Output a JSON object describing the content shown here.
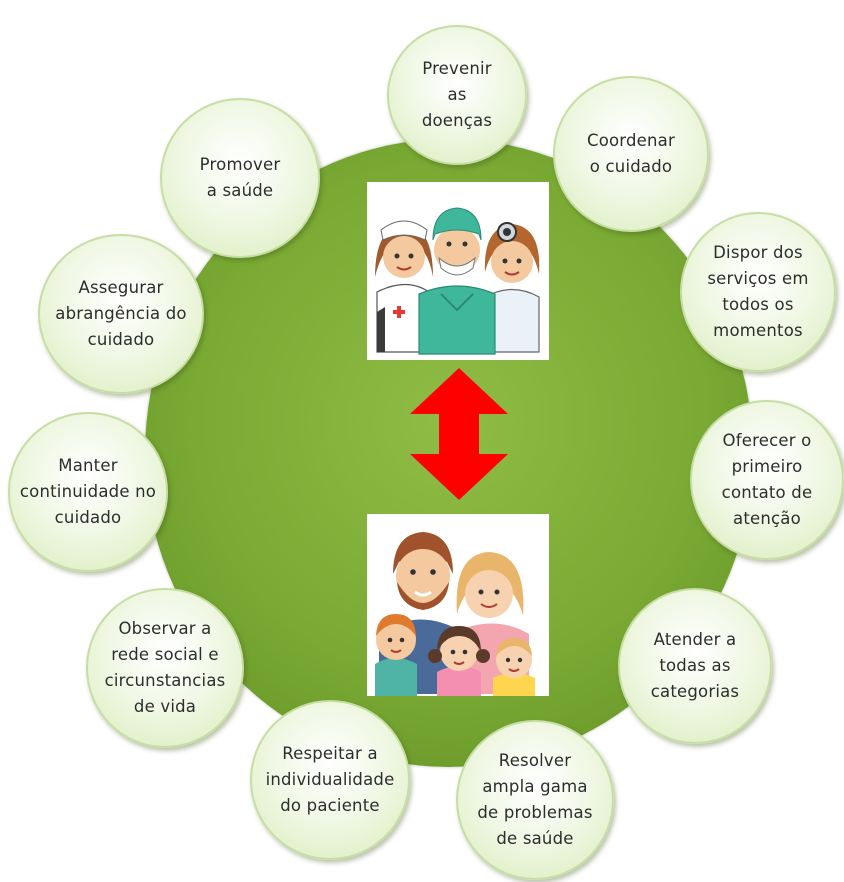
{
  "nodes": [
    {
      "label": "Prevenir\nas\ndoenças"
    },
    {
      "label": "Coordenar\no cuidado"
    },
    {
      "label": "Dispor dos\nserviços em\ntodos os\nmomentos"
    },
    {
      "label": "Oferecer o\nprimeiro\ncontato de\natenção"
    },
    {
      "label": "Atender a\ntodas as\ncategorias"
    },
    {
      "label": "Resolver\nampla gama\nde problemas\nde saúde"
    },
    {
      "label": "Respeitar a\nindividualidade\ndo paciente"
    },
    {
      "label": "Observar a\nrede social e\ncircunstancias\nde vida"
    },
    {
      "label": "Manter\ncontinuidade no\ncuidado"
    },
    {
      "label": "Assegurar\nabrangência do\ncuidado"
    },
    {
      "label": "Promover\na saúde"
    }
  ],
  "colors": {
    "center_fill": "#7aaa34",
    "node_fill": "#e8f4d6",
    "arrow": "#ff0000"
  },
  "images": {
    "top": "health-professionals-illustration",
    "bottom": "family-illustration"
  }
}
